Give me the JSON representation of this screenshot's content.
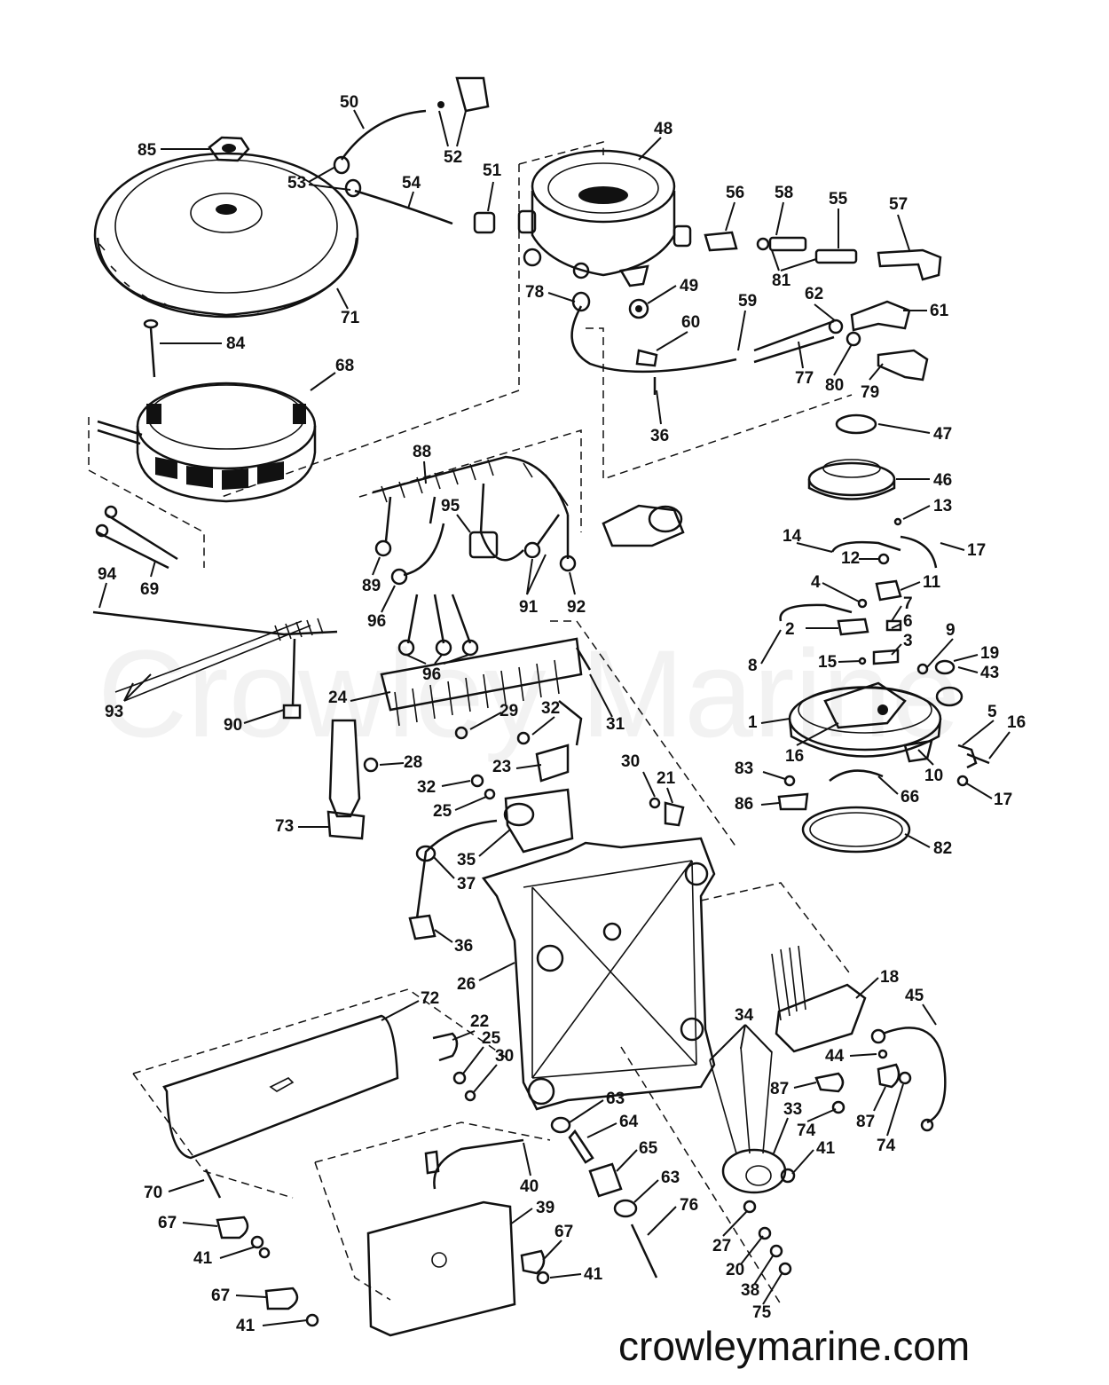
{
  "watermark": "Crowley Marine",
  "site_url": "crowleymarine.com",
  "labels": [
    {
      "id": "50",
      "text": "50"
    },
    {
      "id": "52",
      "text": "52"
    },
    {
      "id": "85",
      "text": "85"
    },
    {
      "id": "53",
      "text": "53"
    },
    {
      "id": "54",
      "text": "54"
    },
    {
      "id": "51",
      "text": "51"
    },
    {
      "id": "48",
      "text": "48"
    },
    {
      "id": "56",
      "text": "56"
    },
    {
      "id": "58",
      "text": "58"
    },
    {
      "id": "55",
      "text": "55"
    },
    {
      "id": "57",
      "text": "57"
    },
    {
      "id": "81",
      "text": "81"
    },
    {
      "id": "49",
      "text": "49"
    },
    {
      "id": "78",
      "text": "78"
    },
    {
      "id": "71",
      "text": "71"
    },
    {
      "id": "84",
      "text": "84"
    },
    {
      "id": "68",
      "text": "68"
    },
    {
      "id": "60",
      "text": "60"
    },
    {
      "id": "59",
      "text": "59"
    },
    {
      "id": "62",
      "text": "62"
    },
    {
      "id": "61",
      "text": "61"
    },
    {
      "id": "77",
      "text": "77"
    },
    {
      "id": "80",
      "text": "80"
    },
    {
      "id": "79",
      "text": "79"
    },
    {
      "id": "36a",
      "text": "36"
    },
    {
      "id": "47",
      "text": "47"
    },
    {
      "id": "46",
      "text": "46"
    },
    {
      "id": "88",
      "text": "88"
    },
    {
      "id": "95",
      "text": "95"
    },
    {
      "id": "13",
      "text": "13"
    },
    {
      "id": "14",
      "text": "14"
    },
    {
      "id": "17a",
      "text": "17"
    },
    {
      "id": "12",
      "text": "12"
    },
    {
      "id": "11",
      "text": "11"
    },
    {
      "id": "4",
      "text": "4"
    },
    {
      "id": "94",
      "text": "94"
    },
    {
      "id": "69",
      "text": "69"
    },
    {
      "id": "89",
      "text": "89"
    },
    {
      "id": "91",
      "text": "91"
    },
    {
      "id": "92",
      "text": "92"
    },
    {
      "id": "7",
      "text": "7"
    },
    {
      "id": "2",
      "text": "2"
    },
    {
      "id": "6",
      "text": "6"
    },
    {
      "id": "9",
      "text": "9"
    },
    {
      "id": "3",
      "text": "3"
    },
    {
      "id": "19",
      "text": "19"
    },
    {
      "id": "96a",
      "text": "96"
    },
    {
      "id": "96b",
      "text": "96"
    },
    {
      "id": "8",
      "text": "8"
    },
    {
      "id": "15",
      "text": "15"
    },
    {
      "id": "43",
      "text": "43"
    },
    {
      "id": "93",
      "text": "93"
    },
    {
      "id": "90",
      "text": "90"
    },
    {
      "id": "24",
      "text": "24"
    },
    {
      "id": "29",
      "text": "29"
    },
    {
      "id": "32a",
      "text": "32"
    },
    {
      "id": "31",
      "text": "31"
    },
    {
      "id": "1",
      "text": "1"
    },
    {
      "id": "5",
      "text": "5"
    },
    {
      "id": "16a",
      "text": "16"
    },
    {
      "id": "16b",
      "text": "16"
    },
    {
      "id": "28",
      "text": "28"
    },
    {
      "id": "23",
      "text": "23"
    },
    {
      "id": "30a",
      "text": "30"
    },
    {
      "id": "21",
      "text": "21"
    },
    {
      "id": "10",
      "text": "10"
    },
    {
      "id": "17b",
      "text": "17"
    },
    {
      "id": "32b",
      "text": "32"
    },
    {
      "id": "83",
      "text": "83"
    },
    {
      "id": "66",
      "text": "66"
    },
    {
      "id": "25a",
      "text": "25"
    },
    {
      "id": "86",
      "text": "86"
    },
    {
      "id": "73",
      "text": "73"
    },
    {
      "id": "35",
      "text": "35"
    },
    {
      "id": "82",
      "text": "82"
    },
    {
      "id": "37",
      "text": "37"
    },
    {
      "id": "36b",
      "text": "36"
    },
    {
      "id": "26",
      "text": "26"
    },
    {
      "id": "18",
      "text": "18"
    },
    {
      "id": "72",
      "text": "72"
    },
    {
      "id": "45",
      "text": "45"
    },
    {
      "id": "22",
      "text": "22"
    },
    {
      "id": "34",
      "text": "34"
    },
    {
      "id": "25b",
      "text": "25"
    },
    {
      "id": "44",
      "text": "44"
    },
    {
      "id": "30b",
      "text": "30"
    },
    {
      "id": "87a",
      "text": "87"
    },
    {
      "id": "87b",
      "text": "87"
    },
    {
      "id": "63a",
      "text": "63"
    },
    {
      "id": "33",
      "text": "33"
    },
    {
      "id": "74a",
      "text": "74"
    },
    {
      "id": "74b",
      "text": "74"
    },
    {
      "id": "64",
      "text": "64"
    },
    {
      "id": "65",
      "text": "65"
    },
    {
      "id": "41a",
      "text": "41"
    },
    {
      "id": "40",
      "text": "40"
    },
    {
      "id": "70",
      "text": "70"
    },
    {
      "id": "63b",
      "text": "63"
    },
    {
      "id": "76",
      "text": "76"
    },
    {
      "id": "39",
      "text": "39"
    },
    {
      "id": "67a",
      "text": "67"
    },
    {
      "id": "67b",
      "text": "67"
    },
    {
      "id": "41b",
      "text": "41"
    },
    {
      "id": "27",
      "text": "27"
    },
    {
      "id": "41c",
      "text": "41"
    },
    {
      "id": "20",
      "text": "20"
    },
    {
      "id": "38",
      "text": "38"
    },
    {
      "id": "67c",
      "text": "67"
    },
    {
      "id": "75",
      "text": "75"
    },
    {
      "id": "41d",
      "text": "41"
    }
  ]
}
